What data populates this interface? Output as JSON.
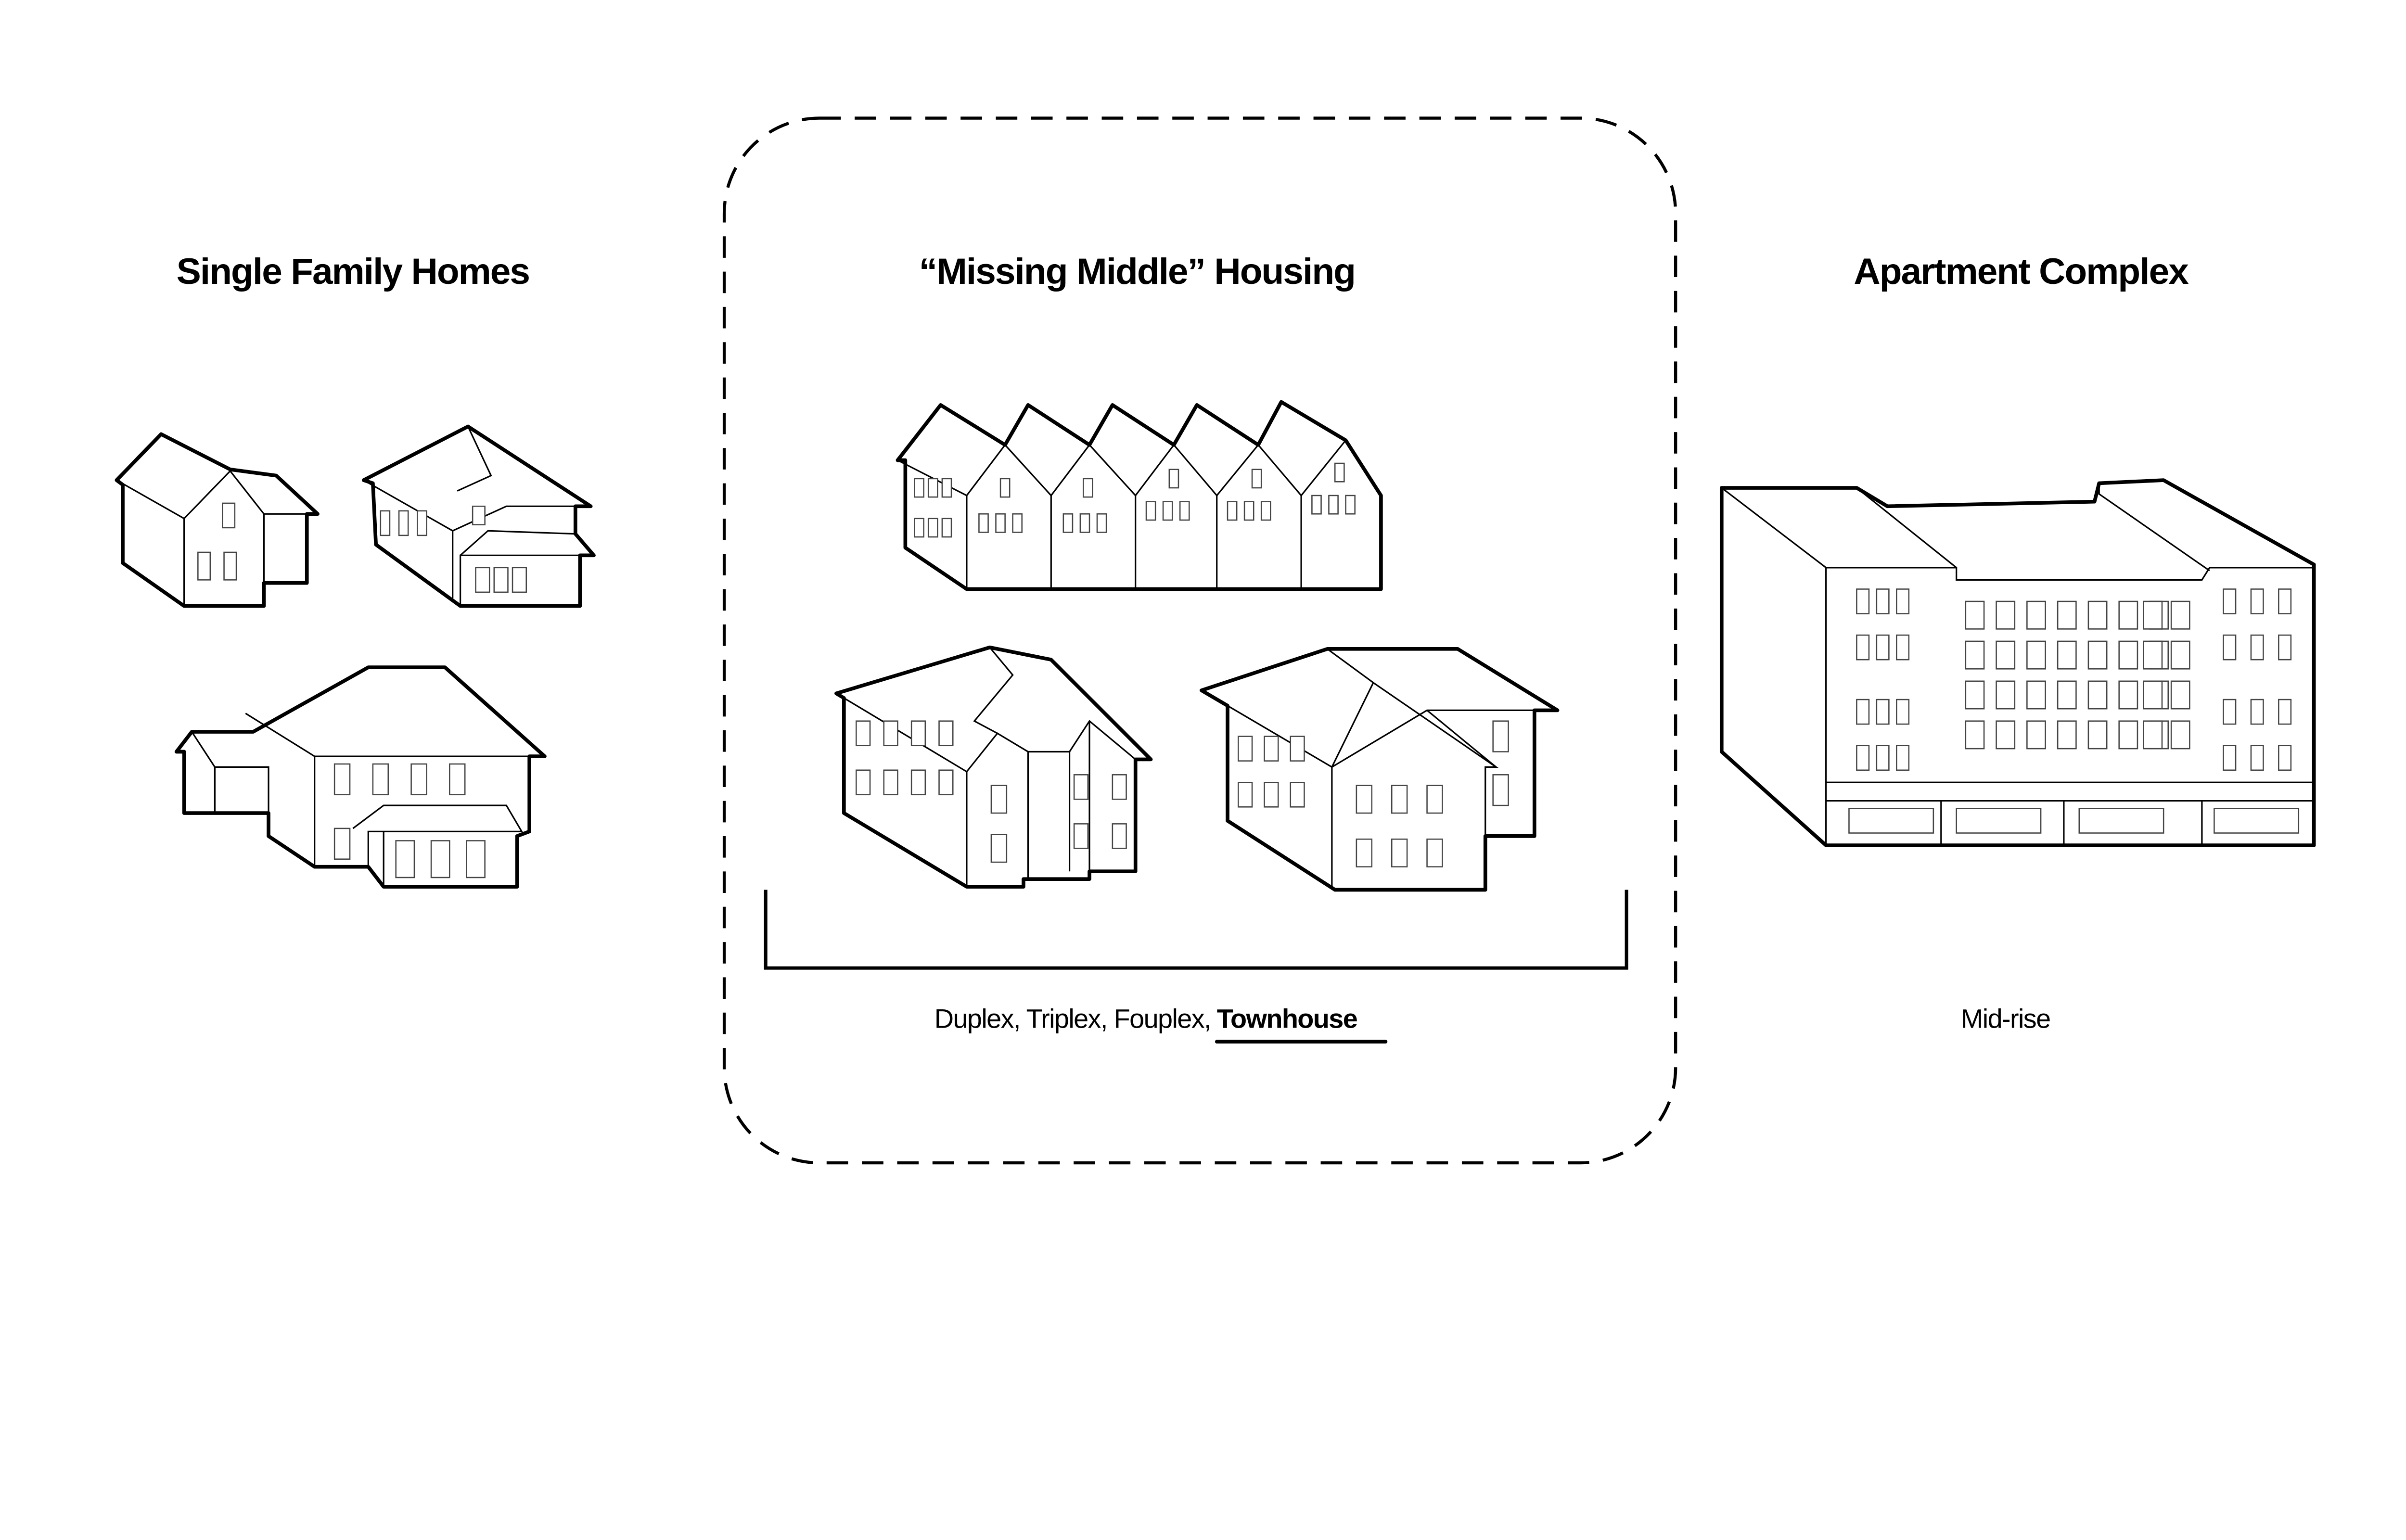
{
  "sections": {
    "single_family": {
      "title": "Single Family Homes"
    },
    "missing_middle": {
      "title": "“Missing Middle” Housing",
      "types_label": "Duplex, Triplex, Fouplex,",
      "highlighted_type": "Townhouse"
    },
    "apartment": {
      "title": "Apartment Complex",
      "label": "Mid-rise"
    }
  }
}
